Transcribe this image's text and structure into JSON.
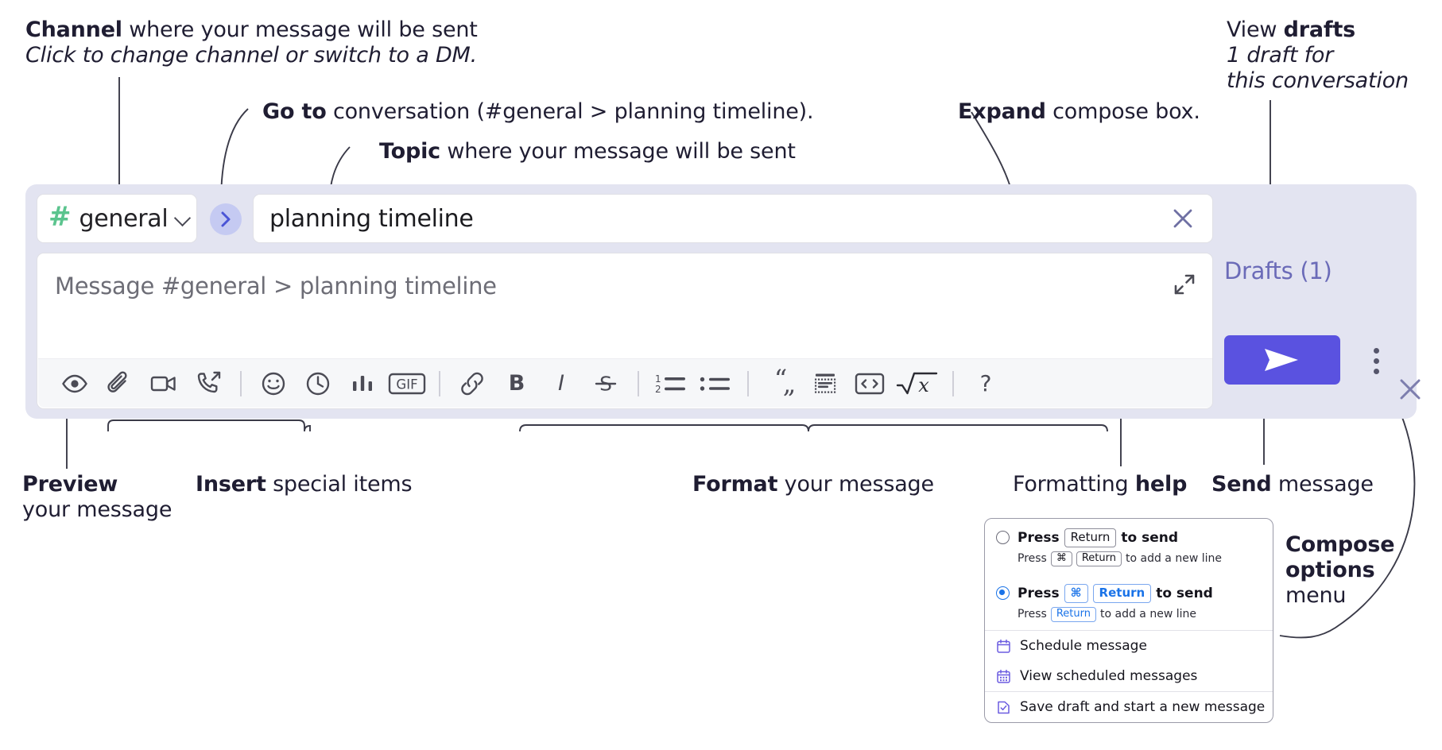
{
  "annotations": {
    "channel": {
      "bold": "Channel",
      "rest": " where your message will be sent",
      "italic": "Click to change channel or switch to a DM."
    },
    "goto": {
      "bold": "Go to",
      "rest": " conversation (#general > planning timeline)."
    },
    "topic": {
      "bold": "Topic",
      "rest": " where your message will be sent"
    },
    "expand": {
      "bold": "Expand",
      "rest": " compose box."
    },
    "drafts": {
      "normal": "View ",
      "bold": "drafts",
      "italic1": "1 draft for",
      "italic2": "this conversation"
    },
    "preview": {
      "bold": "Preview",
      "line2": "your message"
    },
    "insert": {
      "bold": "Insert",
      "rest": " special items"
    },
    "format": {
      "bold": "Format",
      "rest": " your message"
    },
    "formatting_help": {
      "normal": "Formatting ",
      "bold": "help"
    },
    "send": {
      "bold": "Send",
      "rest": " message"
    },
    "compose_options": {
      "bold1": "Compose",
      "bold2": "options",
      "normal": "menu"
    }
  },
  "compose": {
    "channel": {
      "hash": "#",
      "name": "general",
      "chevron_icon": "chevron-down-icon"
    },
    "goto_button": {
      "icon": "chevron-right-icon"
    },
    "topic": {
      "value": "planning timeline",
      "clear_icon": "close-icon"
    },
    "message": {
      "placeholder": "Message #general > planning timeline",
      "value": "",
      "expand_icon": "expand-icon"
    },
    "drafts_label": "Drafts (1)",
    "send_button": {
      "icon": "paper-plane-icon",
      "label": ""
    },
    "kebab": {
      "icon": "more-vertical-icon"
    },
    "panel_close": {
      "icon": "close-icon"
    },
    "toolbar": [
      {
        "name": "preview-icon",
        "label": ""
      },
      {
        "name": "attachment-icon",
        "label": ""
      },
      {
        "name": "video-icon",
        "label": ""
      },
      {
        "name": "phone-outgoing-icon",
        "label": ""
      },
      {
        "name": "divider",
        "label": ""
      },
      {
        "name": "emoji-icon",
        "label": ""
      },
      {
        "name": "clock-icon",
        "label": ""
      },
      {
        "name": "poll-icon",
        "label": ""
      },
      {
        "name": "gif-icon",
        "label": "GIF"
      },
      {
        "name": "divider",
        "label": ""
      },
      {
        "name": "link-icon",
        "label": ""
      },
      {
        "name": "bold-icon",
        "label": "B"
      },
      {
        "name": "italic-icon",
        "label": "I"
      },
      {
        "name": "strikethrough-icon",
        "label": "S"
      },
      {
        "name": "divider",
        "label": ""
      },
      {
        "name": "ordered-list-icon",
        "label": ""
      },
      {
        "name": "bulleted-list-icon",
        "label": ""
      },
      {
        "name": "divider",
        "label": ""
      },
      {
        "name": "blockquote-icon",
        "label": ""
      },
      {
        "name": "code-block-icon",
        "label": ""
      },
      {
        "name": "inline-code-icon",
        "label": ""
      },
      {
        "name": "math-icon",
        "label": ""
      },
      {
        "name": "divider",
        "label": ""
      },
      {
        "name": "help-icon",
        "label": "?"
      }
    ]
  },
  "menu": {
    "option1": {
      "selected": false,
      "press": "Press",
      "key": "Return",
      "to_send": "to send",
      "sub_press": "Press",
      "sub_key1": "⌘",
      "sub_key2": "Return",
      "sub_tail": "to add a new line"
    },
    "option2": {
      "selected": true,
      "press": "Press",
      "key1": "⌘",
      "key2": "Return",
      "to_send": "to send",
      "sub_press": "Press",
      "sub_key": "Return",
      "sub_tail": "to add a new line"
    },
    "items": [
      {
        "icon": "calendar-icon",
        "label": "Schedule message"
      },
      {
        "icon": "calendar-grid-icon",
        "label": "View scheduled messages"
      },
      {
        "icon": "save-draft-icon",
        "label": "Save draft and start a new message"
      }
    ]
  },
  "colors": {
    "accent": "#5a52e0",
    "panel": "#e3e4f1",
    "hash_green": "#5bc48e",
    "drafts_purple": "#6b6bb8",
    "radio_blue": "#1a73e8"
  }
}
